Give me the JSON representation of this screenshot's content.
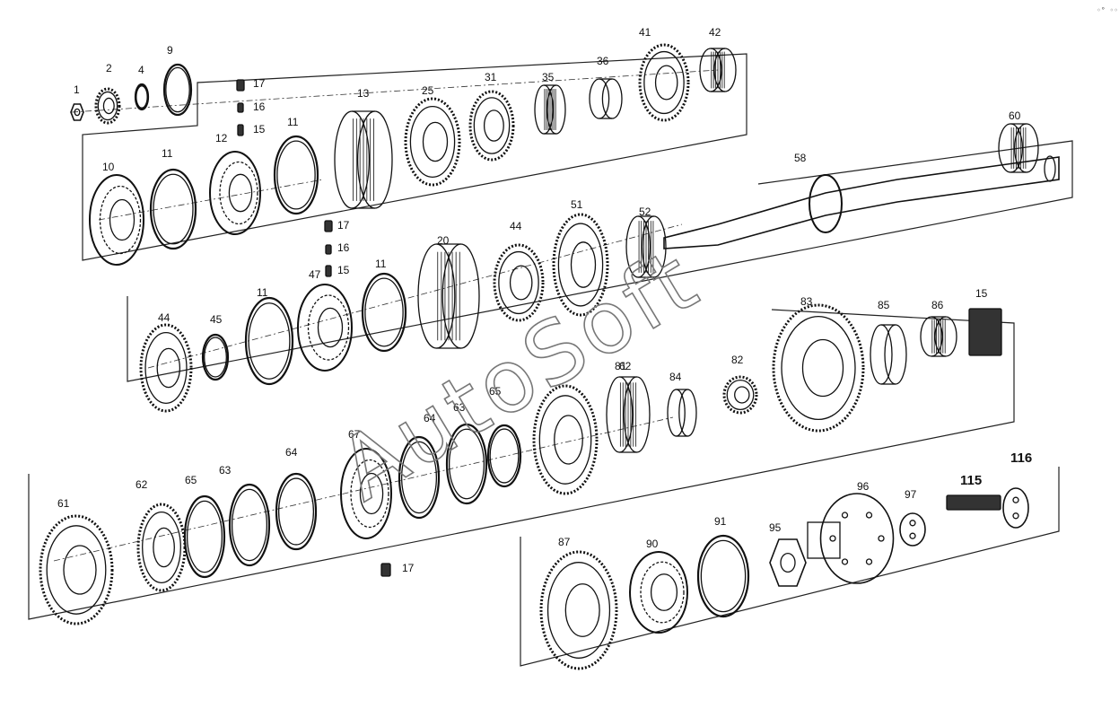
{
  "watermark": "AutoSoft",
  "corner_mark": "◦° ◦◦◦",
  "colors": {
    "ink": "#111111",
    "watermark": "#777777",
    "background": "#ffffff"
  },
  "groups": [
    {
      "name": "input-shaft-group",
      "parts": [
        {
          "label": "1",
          "kind": "nut"
        },
        {
          "label": "2",
          "kind": "gear"
        },
        {
          "label": "4",
          "kind": "ring"
        },
        {
          "label": "9",
          "kind": "snapring"
        },
        {
          "label": "10",
          "kind": "bearing"
        },
        {
          "label": "11",
          "kind": "ring"
        },
        {
          "label": "12",
          "kind": "hub"
        },
        {
          "label": "11",
          "kind": "ring"
        },
        {
          "label": "13",
          "kind": "sleeve"
        },
        {
          "label": "25",
          "kind": "gear"
        },
        {
          "label": "31",
          "kind": "gear"
        },
        {
          "label": "35",
          "kind": "needle"
        },
        {
          "label": "36",
          "kind": "bush"
        },
        {
          "label": "41",
          "kind": "gear"
        },
        {
          "label": "42",
          "kind": "needle"
        },
        {
          "label": "17",
          "kind": "pin"
        },
        {
          "label": "16",
          "kind": "pin"
        },
        {
          "label": "15",
          "kind": "pin"
        }
      ]
    },
    {
      "name": "main-shaft-group",
      "parts": [
        {
          "label": "44",
          "kind": "gear"
        },
        {
          "label": "45",
          "kind": "ring"
        },
        {
          "label": "11",
          "kind": "ring"
        },
        {
          "label": "47",
          "kind": "hub"
        },
        {
          "label": "11",
          "kind": "ring"
        },
        {
          "label": "20",
          "kind": "sleeve"
        },
        {
          "label": "44",
          "kind": "gear"
        },
        {
          "label": "51",
          "kind": "gear"
        },
        {
          "label": "52",
          "kind": "needle"
        },
        {
          "label": "58",
          "kind": "shaft"
        },
        {
          "label": "60",
          "kind": "needle"
        },
        {
          "label": "17",
          "kind": "pin"
        },
        {
          "label": "16",
          "kind": "pin"
        },
        {
          "label": "15",
          "kind": "pin"
        }
      ]
    },
    {
      "name": "range-group",
      "parts": [
        {
          "label": "61",
          "kind": "gear"
        },
        {
          "label": "62",
          "kind": "gear"
        },
        {
          "label": "65",
          "kind": "ring"
        },
        {
          "label": "63",
          "kind": "ring"
        },
        {
          "label": "64",
          "kind": "ring"
        },
        {
          "label": "67",
          "kind": "hub"
        },
        {
          "label": "64",
          "kind": "ring"
        },
        {
          "label": "63",
          "kind": "ring"
        },
        {
          "label": "65",
          "kind": "ring"
        },
        {
          "label": "62",
          "kind": "gear"
        },
        {
          "label": "81",
          "kind": "needle"
        },
        {
          "label": "84",
          "kind": "bush"
        },
        {
          "label": "82",
          "kind": "gear"
        },
        {
          "label": "83",
          "kind": "gear"
        },
        {
          "label": "85",
          "kind": "bush"
        },
        {
          "label": "86",
          "kind": "needle"
        },
        {
          "label": "15",
          "kind": "pin"
        },
        {
          "label": "17",
          "kind": "pin"
        }
      ]
    },
    {
      "name": "output-group",
      "parts": [
        {
          "label": "87",
          "kind": "gear"
        },
        {
          "label": "90",
          "kind": "bearing"
        },
        {
          "label": "91",
          "kind": "snapring"
        },
        {
          "label": "95",
          "kind": "nut"
        },
        {
          "label": "96",
          "kind": "flange"
        },
        {
          "label": "97",
          "kind": "disc"
        },
        {
          "label": "115",
          "kind": "bolt"
        },
        {
          "label": "116",
          "kind": "plate"
        }
      ]
    }
  ]
}
